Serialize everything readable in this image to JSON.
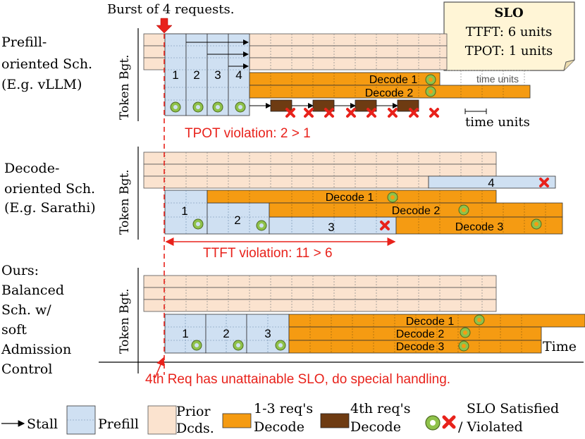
{
  "burst_label": "Burst of 4 requests.",
  "slo_box": {
    "title": "SLO",
    "ttft": "TTFT: 6 units",
    "tpot": "TPOT: 1 units"
  },
  "token_budget_label": "Token Bgt.",
  "time_units_label": "time units",
  "time_label": "Time",
  "panel1": {
    "title_lines": [
      "Prefill-",
      "oriented Sch.",
      "(E.g. vLLM)"
    ],
    "prefill_labels": [
      "1",
      "2",
      "3",
      "4"
    ],
    "decode_labels": [
      "Decode 1",
      "Decode 2"
    ],
    "violation": "TPOT violation: 2 > 1"
  },
  "panel2": {
    "title_lines": [
      "Decode-",
      "oriented Sch.",
      "(E.g. Sarathi)"
    ],
    "prefill_labels": [
      "1",
      "2",
      "3",
      "4"
    ],
    "decode_labels": [
      "Decode 1",
      "Decode 2",
      "Decode 3"
    ],
    "violation": "TTFT violation: 11 > 6"
  },
  "panel3": {
    "title_lines": [
      "Ours:",
      "Balanced",
      "Sch. w/",
      "soft",
      "Admission",
      "Control"
    ],
    "prefill_labels": [
      "1",
      "2",
      "3"
    ],
    "decode_labels": [
      "Decode 1",
      "Decode 2",
      "Decode 3"
    ],
    "note": "4th Req has unattainable SLO, do special handling."
  },
  "legend": {
    "stall": "Stall",
    "prefill": "Prefill",
    "prior_line1": "Prior",
    "prior_line2": "Dcds.",
    "decode13_line1": "1-3 req's",
    "decode13_line2": "Decode",
    "decode4_line1": "4th req's",
    "decode4_line2": "Decode",
    "slo_line1": "SLO Satisfied",
    "slo_line2": "/ Violated"
  },
  "colors": {
    "prior": "#fbe3cf",
    "prefill": "#cfe0f2",
    "decode13": "#f59b12",
    "decode4": "#6e3b12",
    "red": "#e8221b",
    "green": "#8fc24a",
    "slo_box": "#fff5d6"
  }
}
